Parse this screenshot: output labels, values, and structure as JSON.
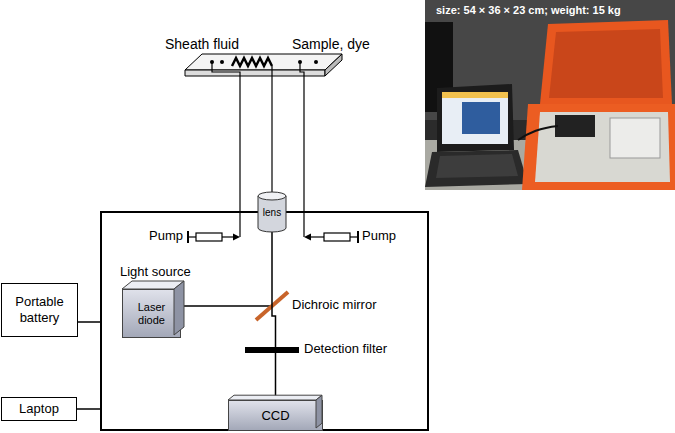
{
  "diagram": {
    "nodes": [
      {
        "text": [
          "Light source",
          "Laser diode"
        ]
      },
      {
        "text": [
          "lens"
        ]
      },
      {
        "text": [
          "CCD"
        ]
      },
      {
        "text": [
          "Portable battery"
        ]
      },
      {
        "text": [
          "Laptop"
        ]
      }
    ],
    "edges": [
      {
        "from": 1,
        "to": 2,
        "arrow": "none"
      }
    ],
    "labels": [
      "size: 54 × 36 × 23 cm; weight: 15 kg",
      "Sheath fluid",
      "Sample, dye",
      "Pump",
      "Pump",
      "Dichroic mirror",
      "Detection filter"
    ]
  }
}
